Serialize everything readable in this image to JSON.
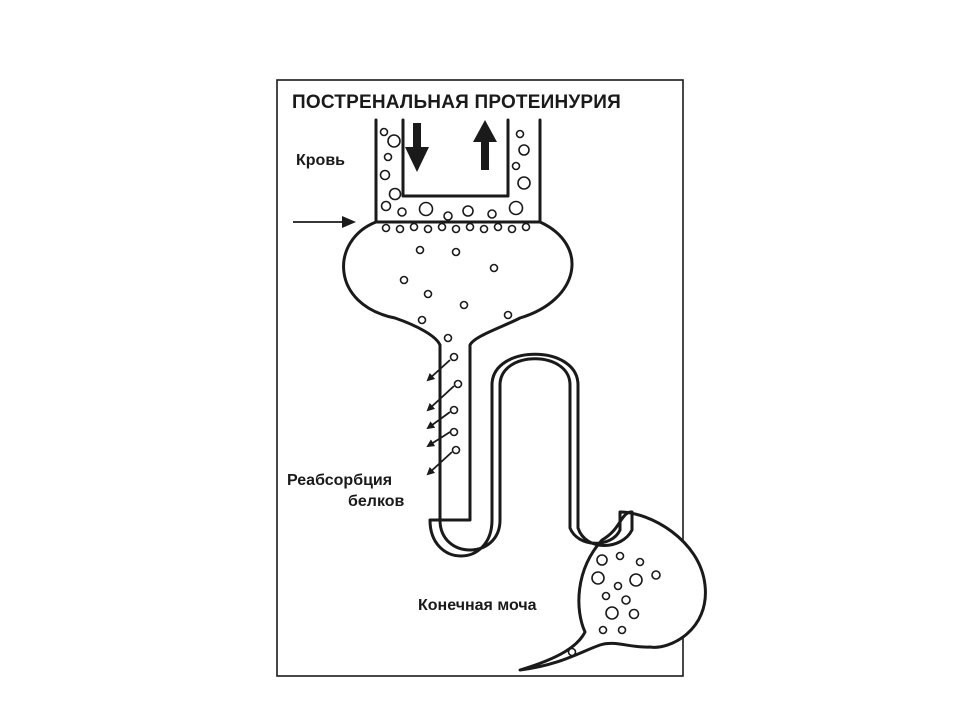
{
  "title": "ПОСТРЕНАЛЬНАЯ ПРОТЕИНУРИЯ",
  "labels": {
    "blood": "Кровь",
    "reabsorption_line1": "Реабсорбция",
    "reabsorption_line2": "белков",
    "final_urine": "Конечная моча"
  },
  "colors": {
    "ink": "#1a1a1a",
    "background": "#ffffff"
  },
  "icons": [
    "down-arrow-icon",
    "up-arrow-icon",
    "pointer-arrow-icon",
    "diffusion-arrow-icon"
  ]
}
